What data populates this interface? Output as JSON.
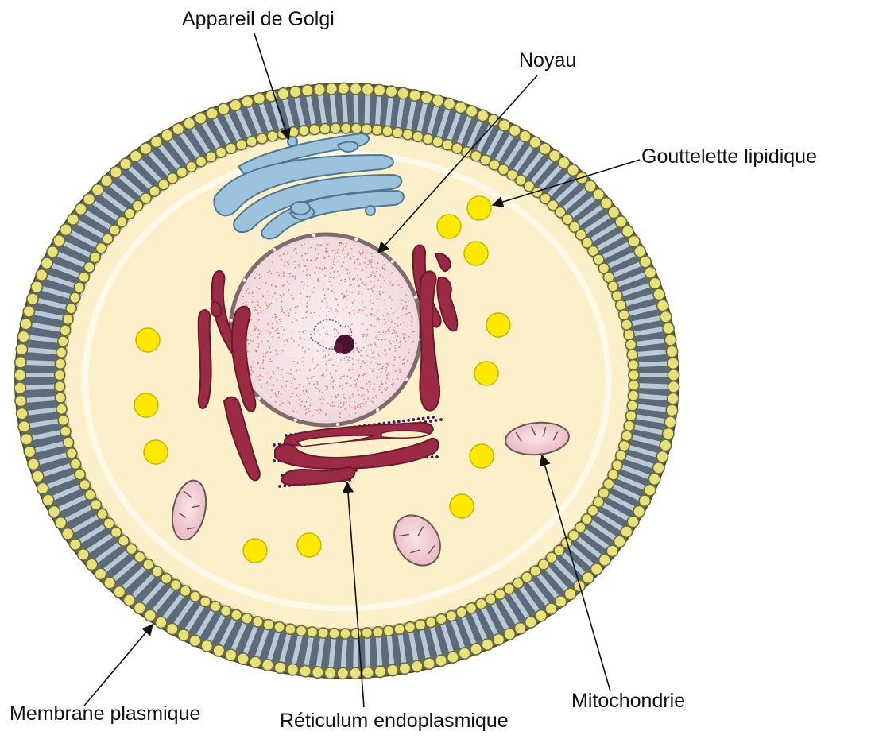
{
  "labels": {
    "golgi": "Appareil de Golgi",
    "nucleus": "Noyau",
    "lipid": "Gouttelette lipidique",
    "mitochondria": "Mitochondrie",
    "er": "Réticulum endoplasmique",
    "membrane": "Membrane plasmique"
  },
  "colors": {
    "cytoplasm": "#fbf0c9",
    "membrane_head": "#e9e27a",
    "membrane_head_stroke": "#6a6a3a",
    "membrane_tail": "#b9c9d8",
    "golgi_fill": "#9cc2dc",
    "golgi_stroke": "#4c7893",
    "nucleus_fill": "#f4e3e6",
    "nucleus_dots": "#d2664f",
    "nucleolus": "#4a1030",
    "er_fill": "#9b2a44",
    "er_dot": "#3a1a66",
    "mito_fill": "#f3cdd4",
    "lipid_fill": "#ffe800",
    "lipid_stroke": "#c8b400"
  }
}
